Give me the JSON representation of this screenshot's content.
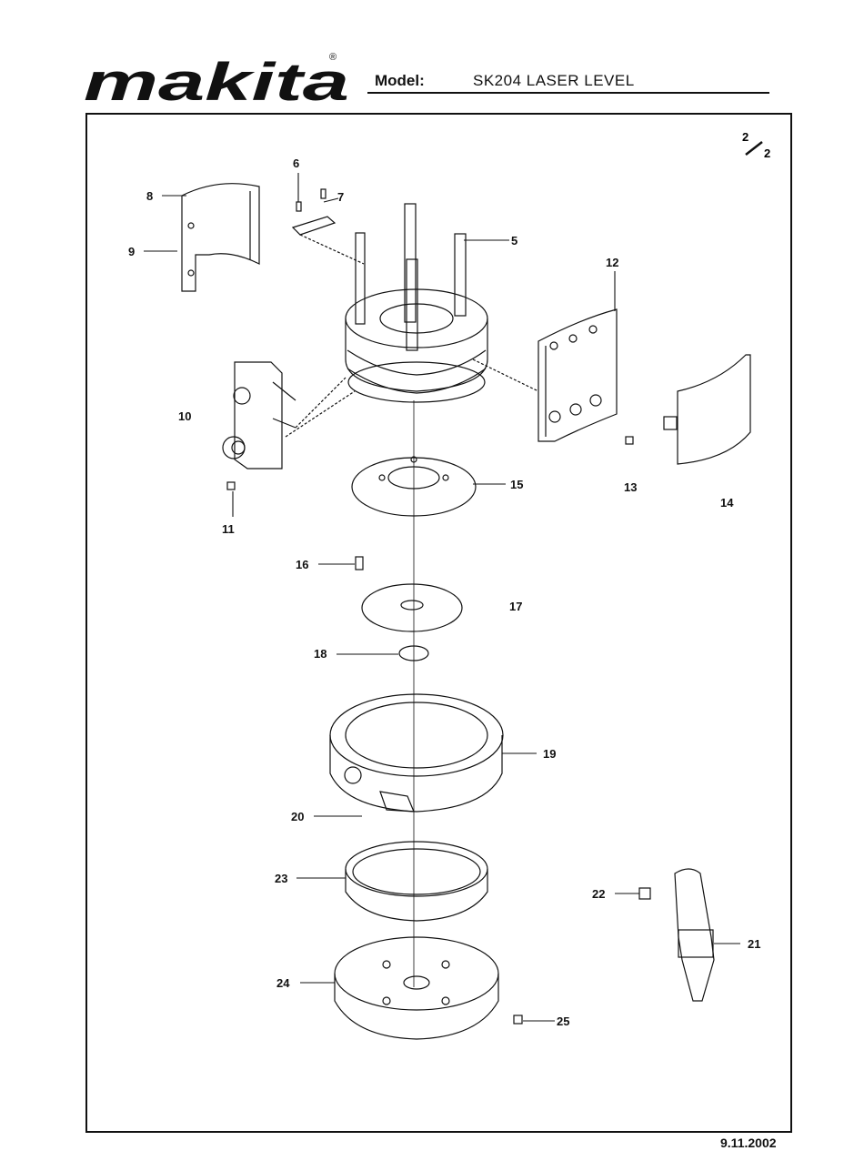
{
  "brand": {
    "name": "makita",
    "registered": "®"
  },
  "header": {
    "model_label": "Model:",
    "model_value": "SK204  LASER  LEVEL"
  },
  "page": {
    "current": "2",
    "total": "2"
  },
  "footer": {
    "date": "9.11.2002"
  },
  "parts": {
    "p5": "5",
    "p6": "6",
    "p7": "7",
    "p8": "8",
    "p9": "9",
    "p10": "10",
    "p11": "11",
    "p12": "12",
    "p13": "13",
    "p14": "14",
    "p15": "15",
    "p16": "16",
    "p17": "17",
    "p18": "18",
    "p19": "19",
    "p20": "20",
    "p21": "21",
    "p22": "22",
    "p23": "23",
    "p24": "24",
    "p25": "25"
  }
}
